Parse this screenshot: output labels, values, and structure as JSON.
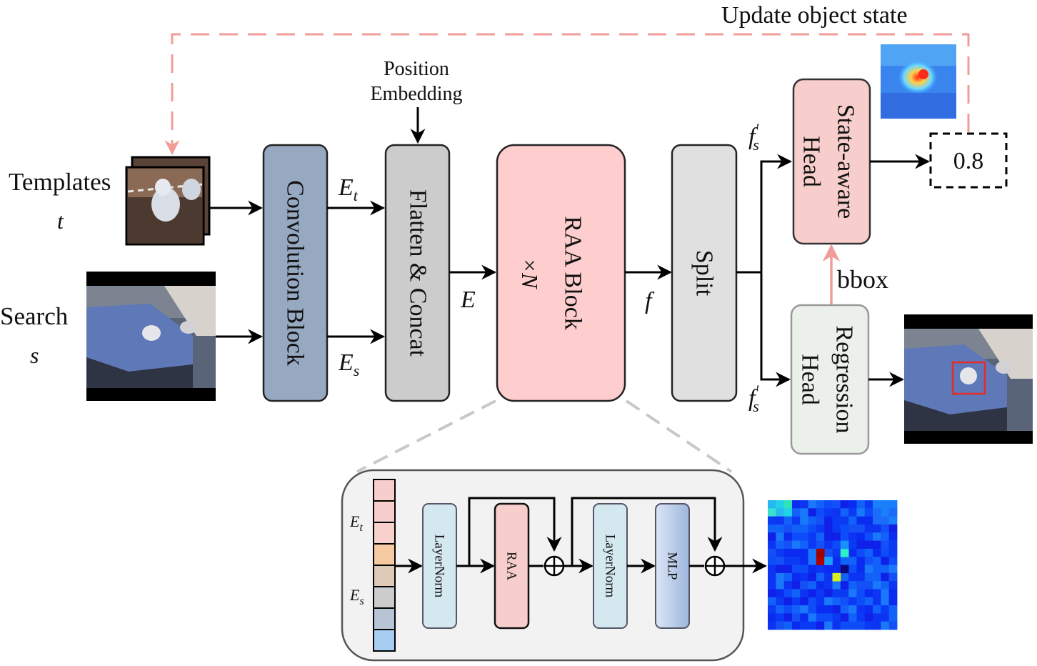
{
  "update_label": "Update object state",
  "position_embedding": [
    "Position",
    "Embedding"
  ],
  "inputs": {
    "templates_label": "Templates",
    "templates_symbol": "t",
    "search_label": "Search",
    "search_symbol": "s"
  },
  "blocks": {
    "conv": "Convolution Block",
    "flatten": "Flatten & Concat",
    "raa_block": "RAA Block",
    "raa_repeat": "×N",
    "split": "Split",
    "state_head_line1": "State-aware",
    "state_head_line2": "Head",
    "regression_head_line1": "Regression",
    "regression_head_line2": "Head"
  },
  "symbols": {
    "Et": "E",
    "Et_sub": "t",
    "Es": "E",
    "Es_sub": "s",
    "E": "E",
    "f": "f",
    "fs_top": "f",
    "fs_top_sub": "s",
    "fs_top_prime": "′",
    "fs_bottom": "f",
    "fs_bottom_sub": "s",
    "fs_bottom_prime": "′"
  },
  "bbox_label": "bbox",
  "score": "0.8",
  "detail": {
    "Et": "E",
    "Et_sub": "t",
    "Es": "E",
    "Es_sub": "s",
    "layernorm1": "LayerNorm",
    "raa": "RAA",
    "layernorm2": "LayerNorm",
    "mlp": "MLP"
  },
  "colors": {
    "conv_block": "#97a8c1",
    "flatten_block": "#cccccc",
    "raa_block": "#fecdcd",
    "split_block": "#e0e0e0",
    "state_head": "#f8cecc",
    "regression_head": "#ebf1ea",
    "update_arrow": "#f19c99",
    "layernorm": "#d4e8f0",
    "raa_small": "#f8cecc",
    "mlp": "#b8cbe6"
  }
}
